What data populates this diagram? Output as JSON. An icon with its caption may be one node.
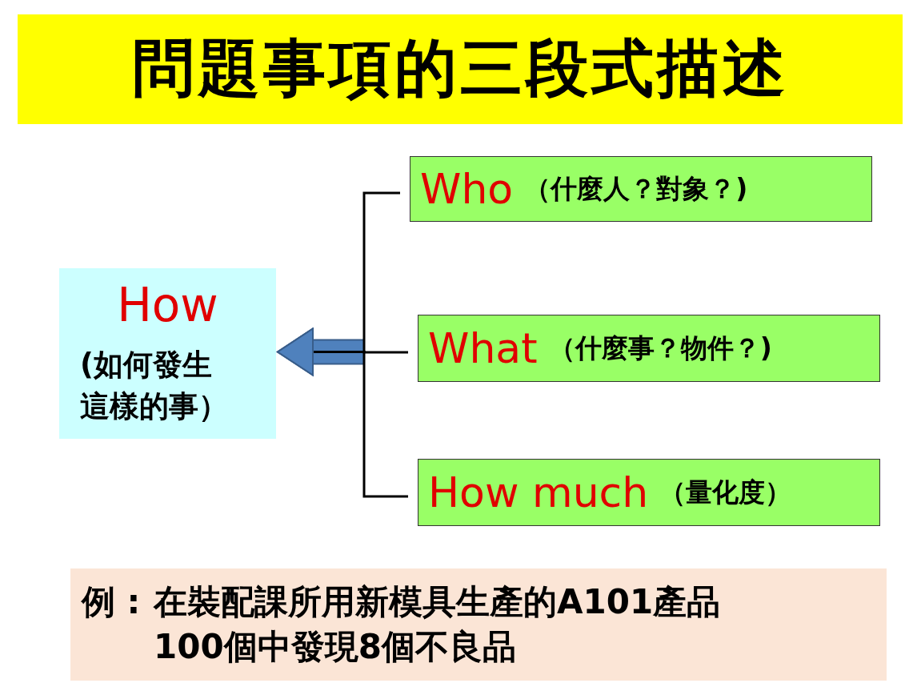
{
  "diagram": {
    "title": "問題事項的三段式描述",
    "nodes": [
      {
        "text": [
          "How",
          "(如何發生這樣的事）"
        ]
      },
      {
        "text": [
          "Who",
          "（什麼人？對象？)"
        ]
      },
      {
        "text": [
          "What",
          "（什麼事？物件？)"
        ]
      },
      {
        "text": [
          "How much",
          "（量化度）"
        ]
      },
      {
        "text": [
          "例 :",
          "在裝配課所用新模具生產的A101產品100個中發現8個不良品"
        ]
      }
    ],
    "edges": [
      {
        "from": 1,
        "to": 0,
        "arrow": "to"
      },
      {
        "from": 2,
        "to": 0,
        "arrow": "to"
      },
      {
        "from": 3,
        "to": 0,
        "arrow": "to"
      }
    ]
  }
}
